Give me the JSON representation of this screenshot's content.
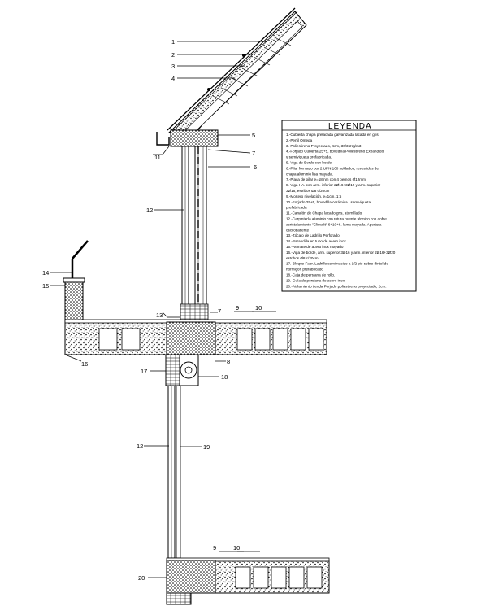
{
  "callouts": [
    {
      "id": "c1",
      "text": "1"
    },
    {
      "id": "c2",
      "text": "2"
    },
    {
      "id": "c3",
      "text": "3"
    },
    {
      "id": "c4",
      "text": "4"
    },
    {
      "id": "c5",
      "text": "5"
    },
    {
      "id": "c6",
      "text": "6"
    },
    {
      "id": "c7a",
      "text": "7"
    },
    {
      "id": "c7b",
      "text": "7"
    },
    {
      "id": "c8",
      "text": "8"
    },
    {
      "id": "c9a",
      "text": "9"
    },
    {
      "id": "c9b",
      "text": "9"
    },
    {
      "id": "c10a",
      "text": "10"
    },
    {
      "id": "c10b",
      "text": "10"
    },
    {
      "id": "c11",
      "text": "11"
    },
    {
      "id": "c12a",
      "text": "12"
    },
    {
      "id": "c12b",
      "text": "12"
    },
    {
      "id": "c13",
      "text": "13"
    },
    {
      "id": "c14",
      "text": "14"
    },
    {
      "id": "c15",
      "text": "15"
    },
    {
      "id": "c16",
      "text": "16"
    },
    {
      "id": "c17",
      "text": "17"
    },
    {
      "id": "c18",
      "text": "18"
    },
    {
      "id": "c19",
      "text": "19"
    },
    {
      "id": "c20",
      "text": "20"
    }
  ],
  "legend": {
    "title": "LEYENDA",
    "lines": [
      "1.-Cubierta chapa prelacada galvanizada lacada en gris",
      "2.-Perfil Omega",
      "3.-Poliestireno Proyectado, 4cm, 30/35Kg/m3",
      "4.-Forjado Cubierta 25+5, bovedilla Poliestireno Expandido",
      "     y semivigueta prefabricada.",
      "5.-Viga de Borde con borde",
      "6.-Pilar formado por 2 UPN 100 soldados, revestidos de",
      "     chapa aluminio lisa mayada.",
      "7.-Placa de pilar e=18mm con 4 pernos Ø12mm",
      "8.-Viga HA. con arm. inferior 2Ø16+3Ø12 y arm. superior",
      "     3Ø16, estribos Ø8 c/20cm",
      "9.-Mortero nivelación, e=1cm. 1:5",
      "10.-Forjado 25+5, bovedilla cerámica , semivigueta",
      "     prefabricada",
      "11.-Canalón de Chapa lacado gris, atornillado.",
      "12.-Carpintería aluminio con rotura puente térmico con doble",
      "     acristalamiento \"Climalit\" 6+10+6. lama mayada. Apertura",
      "     oscilobatiente",
      "13.-Zócalo de Ladrillo Perforado.",
      "14.-Barandilla en tubo de acero inox",
      "15.-Remate de acero inox mayado",
      "16.-Viga de borde, arm. superior 3Ø16 y arm. inferior 2Ø16+3Ø20",
      "     estribos Ø8 c/20cm",
      "17.-Bloque Fabr. Ladrillo semimacizo a 1/2 pie sobre dintel de",
      "     hormigón prefabricado",
      "18.-Caja de persiana de rollo.",
      "19.-Guía de persiana de acero inox",
      "20.-Aislamiento tienda Forjado poliestireno proyectado, 2cm."
    ]
  }
}
